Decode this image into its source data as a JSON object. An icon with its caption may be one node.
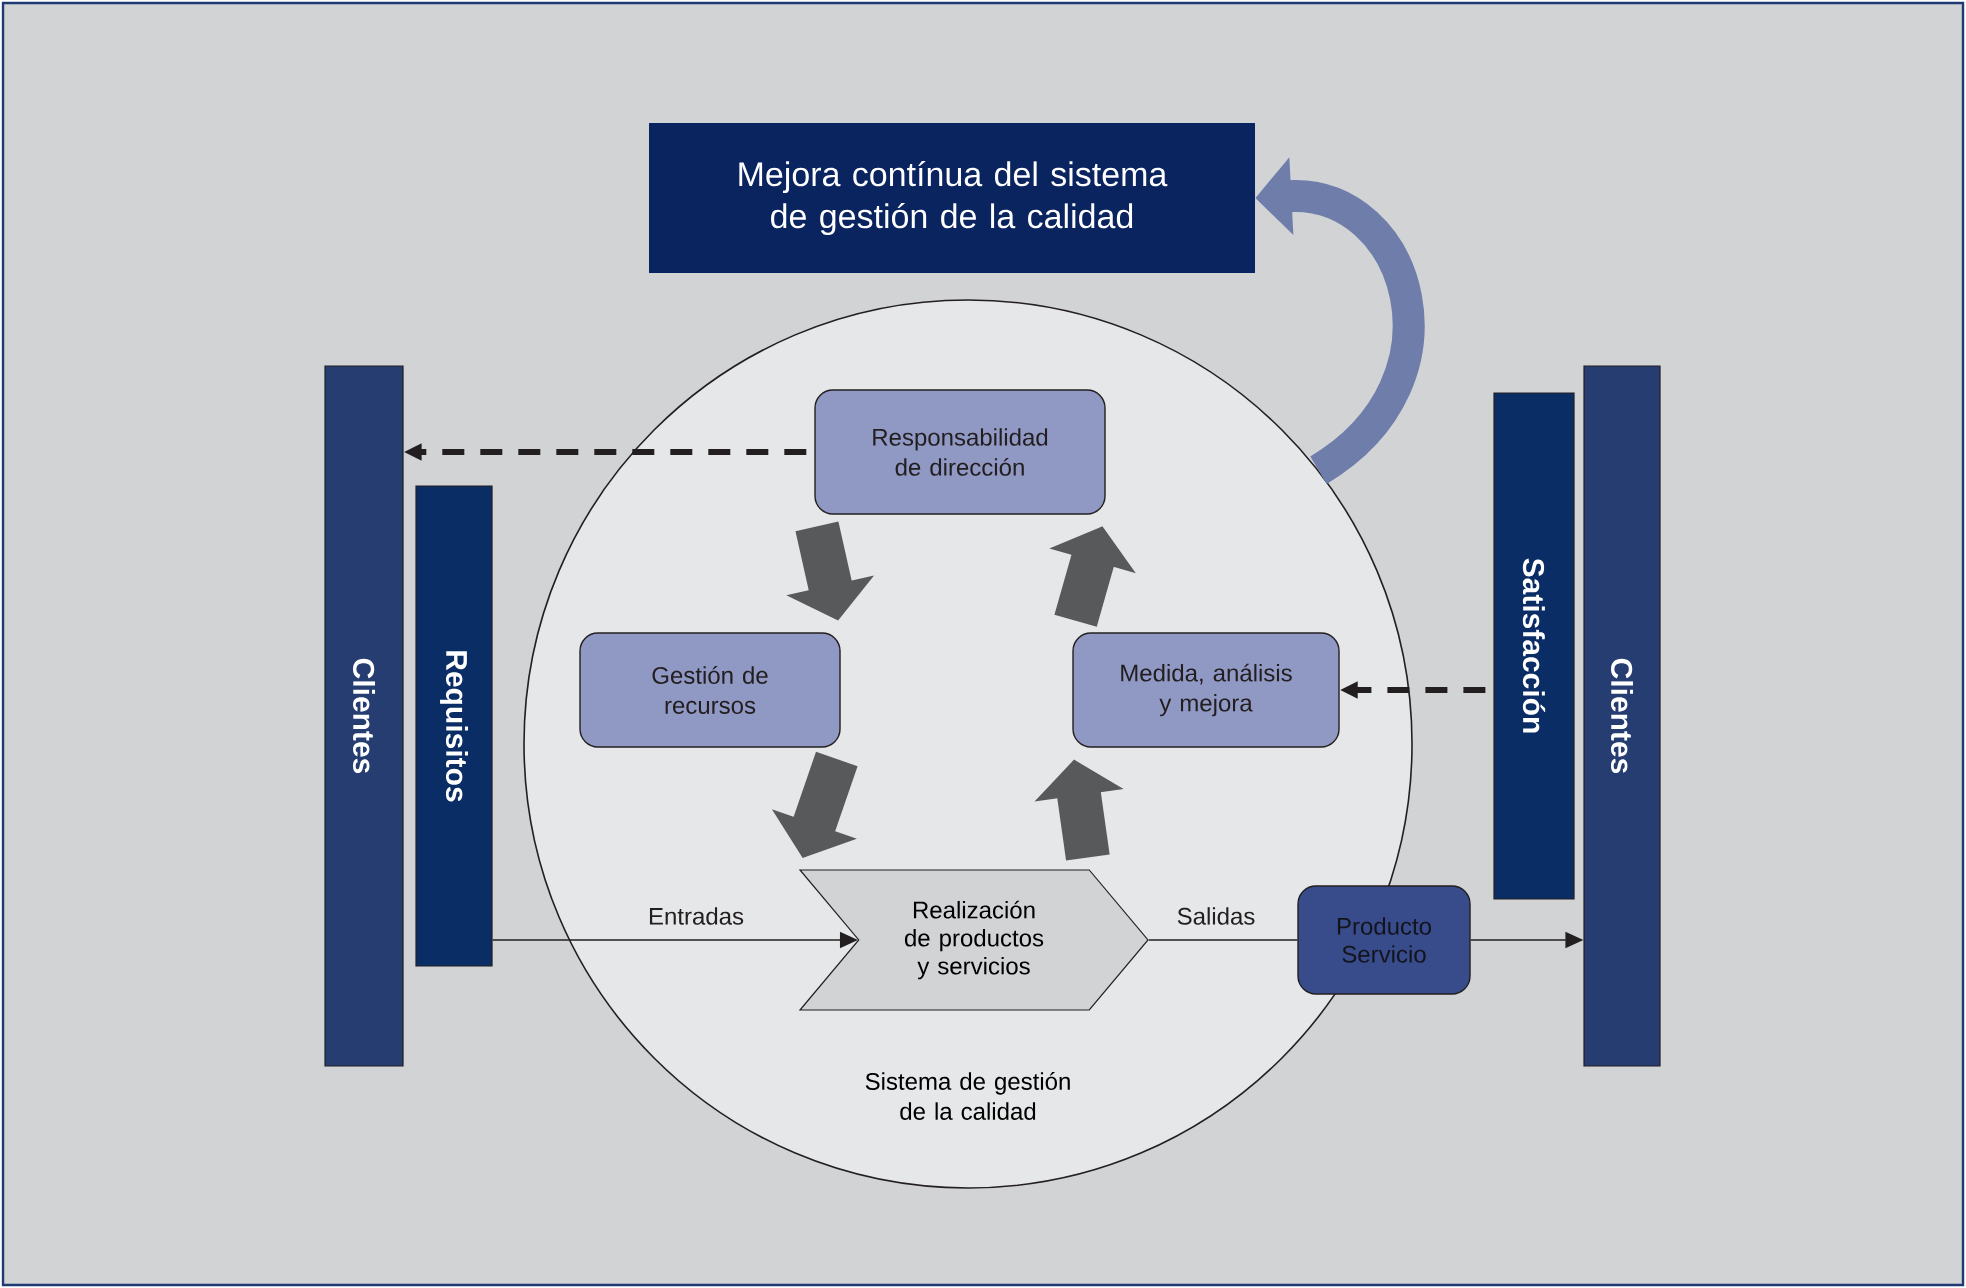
{
  "diagram": {
    "nodes": [
      {
        "text": [
          "Mejora contínua del sistema de gestión de la calidad"
        ]
      },
      {
        "text": [
          "Sistema de gestión de la calidad"
        ]
      },
      {
        "text": [
          "Responsabilidad de dirección"
        ],
        "in": 1
      },
      {
        "text": [
          "Gestión de recursos"
        ],
        "in": 1
      },
      {
        "text": [
          "Realización de productos y servicios"
        ],
        "in": 1
      },
      {
        "text": [
          "Medida, análisis y mejora"
        ],
        "in": 1
      },
      {
        "text": [
          "Producto Servicio"
        ]
      },
      {
        "text": [
          "Clientes"
        ]
      },
      {
        "text": [
          "Requisitos"
        ]
      },
      {
        "text": [
          "Satisfacción"
        ]
      },
      {
        "text": [
          "Clientes"
        ]
      }
    ],
    "edges": [
      {
        "from": 1,
        "to": 0,
        "arrow": "to",
        "style": "thick",
        "color": "#6f7dab"
      },
      {
        "from": 2,
        "to": 7,
        "arrow": "to",
        "style": "dashed"
      },
      {
        "from": 2,
        "to": 3,
        "arrow": "to",
        "style": "thick",
        "color": "#58595b"
      },
      {
        "from": 3,
        "to": 4,
        "arrow": "to",
        "style": "thick",
        "color": "#58595b"
      },
      {
        "from": 4,
        "to": 5,
        "arrow": "to",
        "style": "thick",
        "color": "#58595b"
      },
      {
        "from": 5,
        "to": 2,
        "arrow": "to",
        "style": "thick",
        "color": "#58595b"
      },
      {
        "from": 9,
        "to": 5,
        "arrow": "to",
        "style": "dashed"
      },
      {
        "from": 8,
        "to": 4,
        "arrow": "to",
        "label": "Entradas"
      },
      {
        "from": 4,
        "to": 6,
        "arrow": "none",
        "label": "Salidas"
      },
      {
        "from": 6,
        "to": 10,
        "arrow": "to"
      }
    ]
  }
}
